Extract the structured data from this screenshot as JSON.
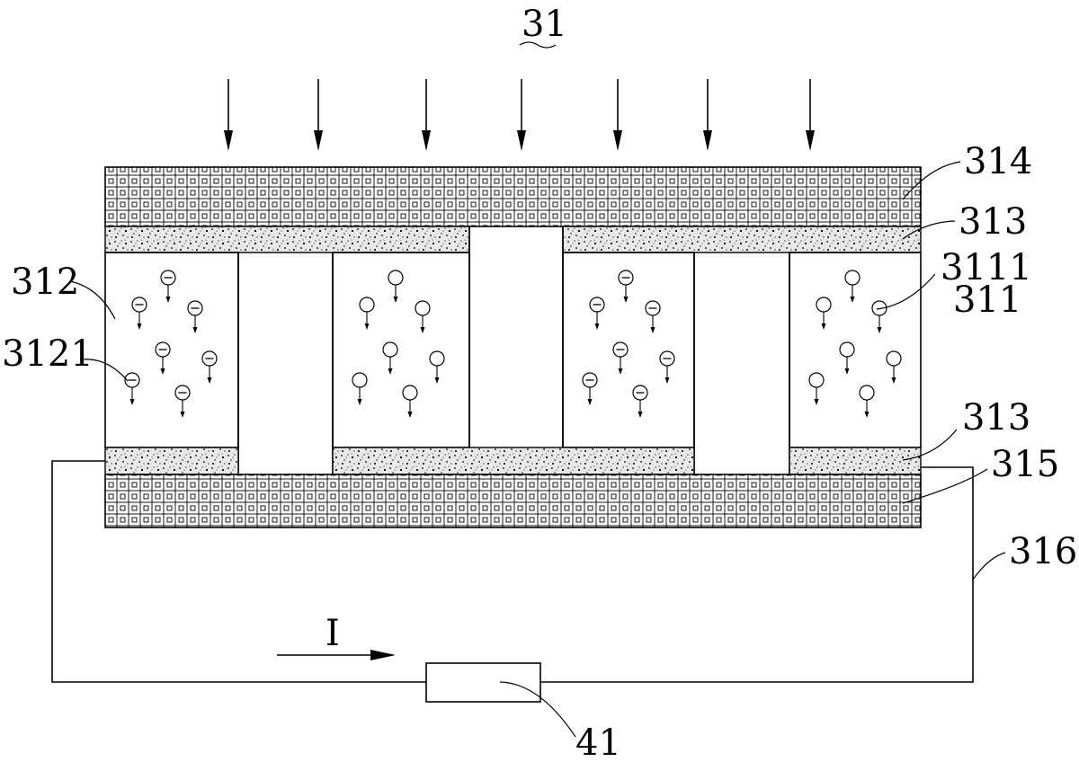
{
  "labels": {
    "title": "31",
    "layer_314": "314",
    "layer_313_top": "313",
    "layer_3111": "3111",
    "layer_311": "311",
    "layer_312": "312",
    "layer_3121": "3121",
    "layer_313_bottom": "313",
    "layer_315": "315",
    "wire_316": "316",
    "current": "I",
    "load_41": "41"
  },
  "particles": {
    "negative_symbol": "−"
  },
  "colors": {
    "ink": "#000000",
    "background": "#ffffff"
  }
}
